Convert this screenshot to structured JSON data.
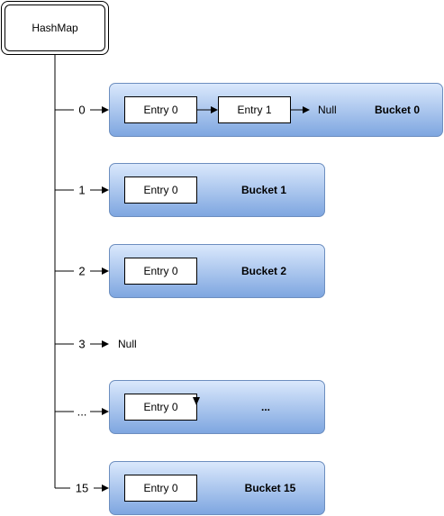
{
  "root": {
    "label": "HashMap"
  },
  "rows": [
    {
      "index": "0",
      "entries": [
        "Entry 0",
        "Entry 1"
      ],
      "tail": "Null",
      "label": "Bucket 0"
    },
    {
      "index": "1",
      "entries": [
        "Entry 0"
      ],
      "label": "Bucket 1"
    },
    {
      "index": "2",
      "entries": [
        "Entry 0"
      ],
      "label": "Bucket 2"
    },
    {
      "index": "3",
      "entries": [],
      "null_label": "Null"
    },
    {
      "index": "...",
      "entries": [
        "Entry 0"
      ],
      "label": "..."
    },
    {
      "index": "15",
      "entries": [
        "Entry 0"
      ],
      "label": "Bucket 15"
    }
  ],
  "colors": {
    "bucket_top": "#dae8fc",
    "bucket_bottom": "#7ea6e0",
    "bucket_border": "#6c8ebf",
    "stroke": "#000000"
  }
}
